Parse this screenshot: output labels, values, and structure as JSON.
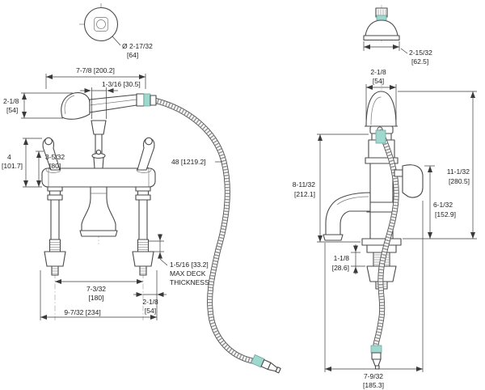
{
  "colors": {
    "line": "#4a4a4a",
    "dim": "#3a3a3a",
    "accent": "#9fd8ce",
    "background": "#ffffff"
  },
  "dims": {
    "front": {
      "knob_dia": {
        "l1": "Ø 2-17/32",
        "l2": "[64]"
      },
      "overall_width": "7-7/8 [200.2]",
      "center_width": "1-3/16 [30.5]",
      "handset_height": {
        "l1": "2-1/8",
        "l2": "[54]"
      },
      "handle_height": {
        "l1": "4",
        "l2": "[101.7]"
      },
      "handle_span": {
        "l1": "3-5/32",
        "l2": "[80]"
      },
      "hose_length": "48 [1219.2]",
      "max_deck": {
        "l1": "1-5/16 [33.2]",
        "l2": "MAX DECK",
        "l3": "THICKNESS"
      },
      "shank_spread": {
        "l1": "7-3/32",
        "l2": "[180]"
      },
      "shank_offset": {
        "l1": "2-1/8",
        "l2": "[54]"
      },
      "base_width": "9-7/32 [234]"
    },
    "side": {
      "knob_width": {
        "l1": "2-15/32",
        "l2": "[62.5]"
      },
      "handset_width": {
        "l1": "2-1/8",
        "l2": "[54]"
      },
      "spout_height": {
        "l1": "8-11/32",
        "l2": "[212.1]"
      },
      "overall_height": {
        "l1": "11-1/32",
        "l2": "[280.5]"
      },
      "holder_height": {
        "l1": "6-1/32",
        "l2": "[152.9]"
      },
      "deck_thickness": {
        "l1": "1-1/8",
        "l2": "[28.6]"
      },
      "overall_depth": {
        "l1": "7-9/32",
        "l2": "[185.3]"
      }
    }
  }
}
